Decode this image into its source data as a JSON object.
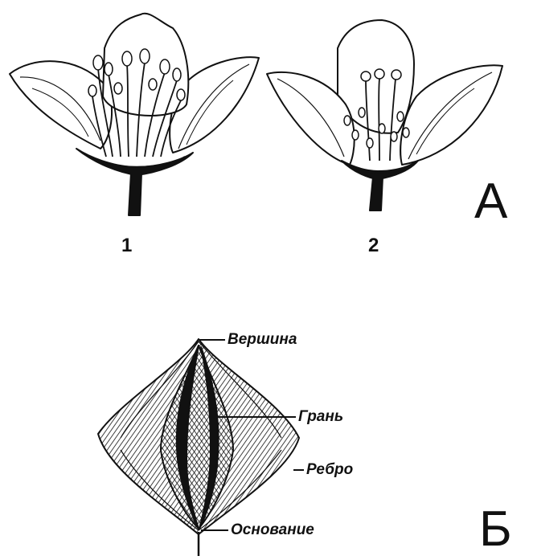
{
  "section_a": {
    "letter": "А",
    "flower_labels": [
      "1",
      "2"
    ]
  },
  "section_b": {
    "letter": "Б",
    "callouts": {
      "apex": "Вершина",
      "face": "Грань",
      "edge": "Ребро",
      "base": "Основание"
    }
  },
  "colors": {
    "ink": "#111111",
    "paper": "#ffffff"
  }
}
